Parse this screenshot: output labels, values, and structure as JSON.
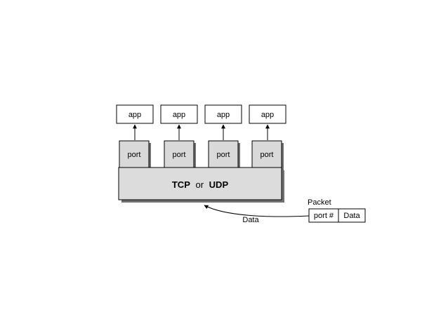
{
  "apps": [
    "app",
    "app",
    "app",
    "app"
  ],
  "ports": [
    "port",
    "port",
    "port",
    "port"
  ],
  "transport": {
    "tcp": "TCP",
    "or": "or",
    "udp": "UDP"
  },
  "packet": {
    "title": "Packet",
    "port_field": "port #",
    "data_field": "Data"
  },
  "arrow_label": "Data",
  "colors": {
    "box_fill": "#ffffff",
    "port_fill": "#d9d9d9",
    "transport_fill": "#dcdcdc",
    "shadow": "#707070",
    "stroke": "#000000"
  }
}
